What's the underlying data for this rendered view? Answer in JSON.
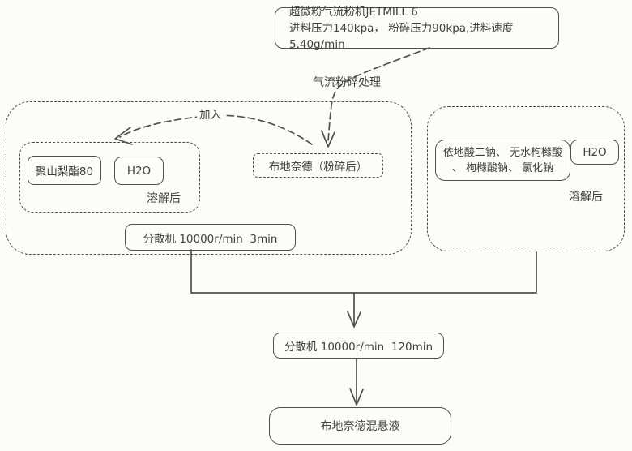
{
  "colors": {
    "background": "#fcfcfb",
    "stroke": "#4f4f4f",
    "text": "#3e3e3e"
  },
  "jet_mill_box": {
    "line1": "超微粉气流粉机JETMILL 6",
    "line2": "进料压力140kpa， 粉碎压力90kpa,进料速度5.40g/min"
  },
  "labels": {
    "jet_milling_process": "气流粉碎处理",
    "add": "加入",
    "after_dissolving_left": "溶解后",
    "after_dissolving_right": "溶解后"
  },
  "left_group": {
    "polysorbate80": "聚山梨酯80",
    "water": "H2O",
    "budesonide_milled": "布地奈德（粉碎后）",
    "disperser": "分散机 10000r/min  3min"
  },
  "right_group": {
    "salts_line1": "依地酸二钠、 无水枸橼酸",
    "salts_line2": "、 枸橼酸钠、 氯化钠",
    "water": "H2O"
  },
  "bottom": {
    "disperser": "分散机 10000r/min  120min",
    "product": "布地奈德混悬液"
  }
}
